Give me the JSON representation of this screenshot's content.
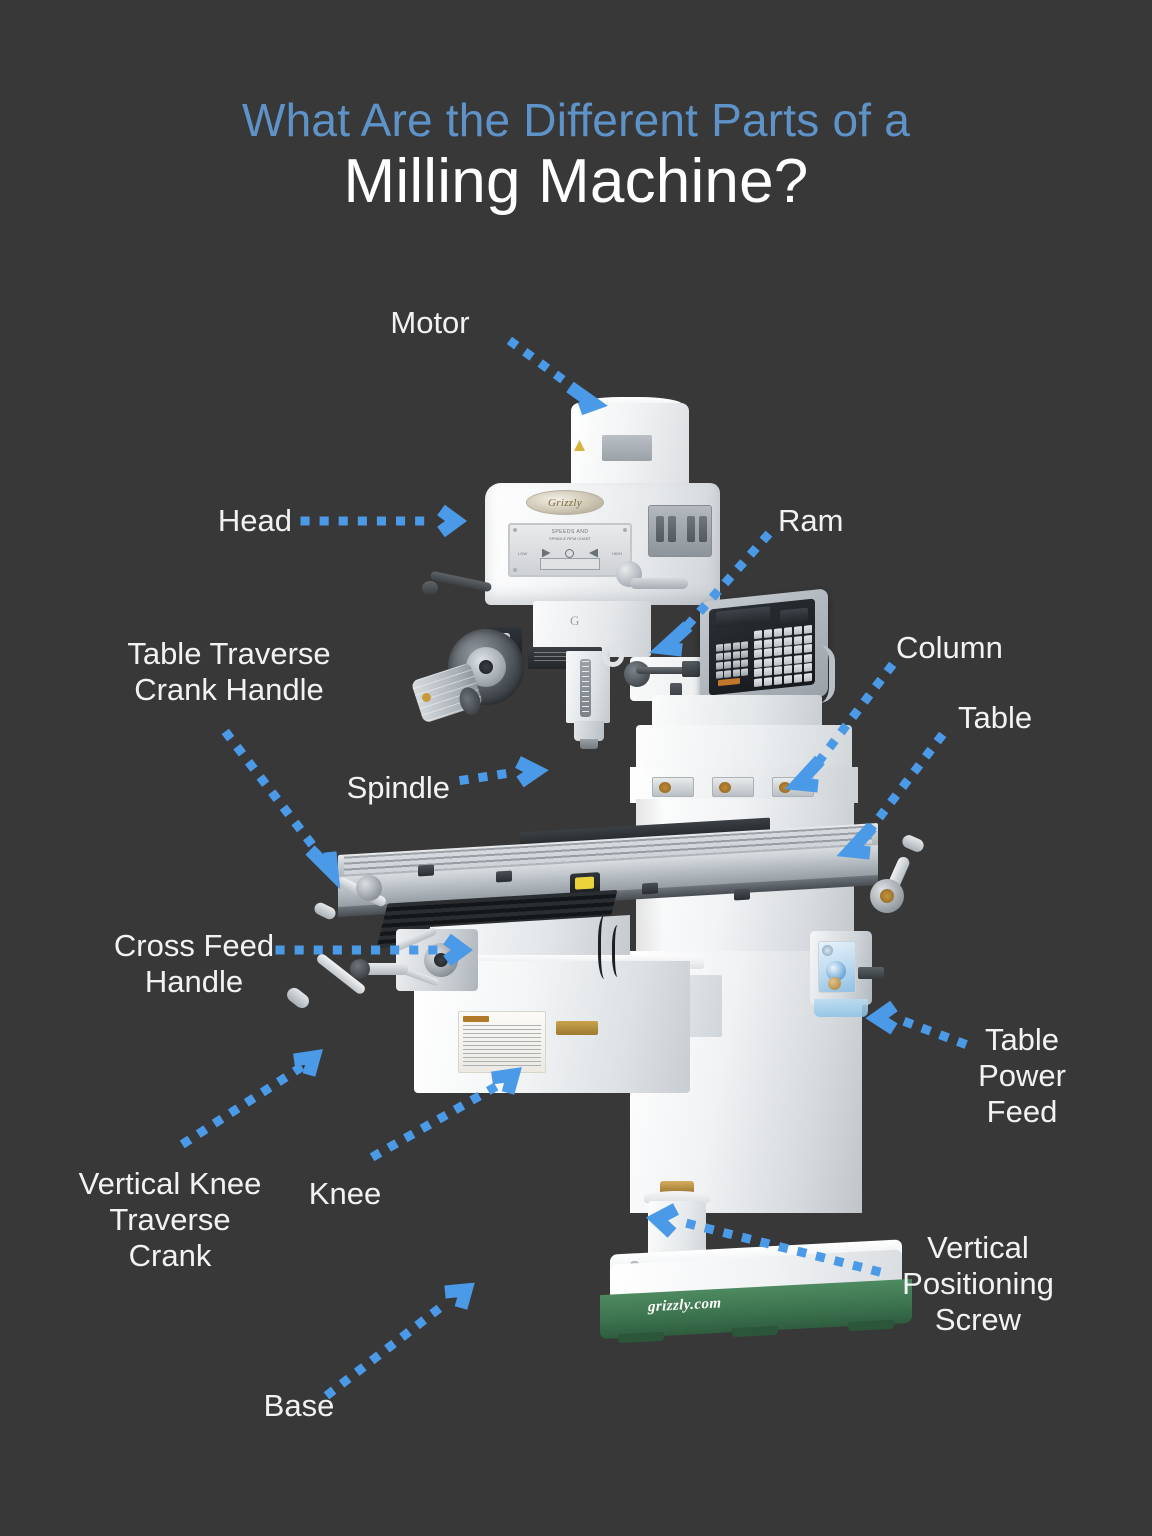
{
  "theme": {
    "background": "#383838",
    "accent_blue": "#4a9ae8",
    "title_blue": "#5e93c9",
    "label_white": "#f2f2f2",
    "base_green": "#3d7450"
  },
  "title": {
    "line1": "What Are the Different Parts of a",
    "line2": "Milling Machine?"
  },
  "machine": {
    "brand_text": "grizzly.com",
    "head_badge": "Grizzly"
  },
  "labels": [
    {
      "id": "motor",
      "text": "Motor"
    },
    {
      "id": "head",
      "text": "Head"
    },
    {
      "id": "ram",
      "text": "Ram"
    },
    {
      "id": "table_traverse_crank_handle",
      "text": "Table Traverse\nCrank Handle"
    },
    {
      "id": "column",
      "text": "Column"
    },
    {
      "id": "table",
      "text": "Table"
    },
    {
      "id": "spindle",
      "text": "Spindle"
    },
    {
      "id": "cross_feed_handle",
      "text": "Cross Feed\nHandle"
    },
    {
      "id": "table_power_feed",
      "text": "Table\nPower\nFeed"
    },
    {
      "id": "vertical_knee_traverse_crank",
      "text": "Vertical Knee\nTraverse\nCrank"
    },
    {
      "id": "knee",
      "text": "Knee"
    },
    {
      "id": "vertical_positioning_screw",
      "text": "Vertical\nPositioning\nScrew"
    },
    {
      "id": "base",
      "text": "Base"
    }
  ]
}
